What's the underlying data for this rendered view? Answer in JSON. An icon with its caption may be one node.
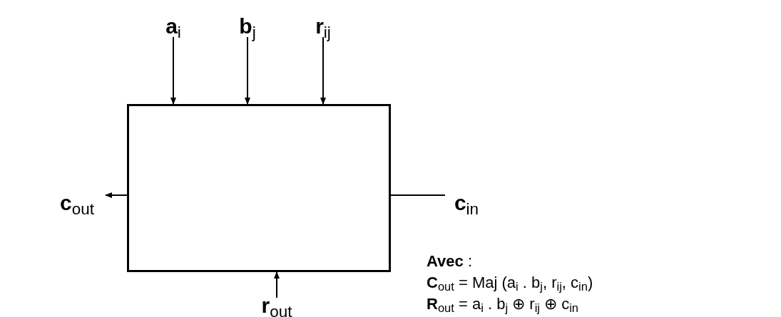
{
  "diagram": {
    "nodes": [
      {
        "text": [],
        "shape": "box"
      },
      {
        "text": [
          "**a**$_{i}$"
        ]
      },
      {
        "text": [
          "**b**$_{j}$"
        ]
      },
      {
        "text": [
          "**r**$_{ij}$"
        ]
      },
      {
        "text": [
          "**c**$_{out}$"
        ]
      },
      {
        "text": [
          "**c**$_{in}$"
        ]
      },
      {
        "text": [
          "**r**$_{out}$"
        ]
      }
    ],
    "edges": [
      {
        "from": 1,
        "to": 0,
        "arrow": "to"
      },
      {
        "from": 2,
        "to": 0,
        "arrow": "to"
      },
      {
        "from": 3,
        "to": 0,
        "arrow": "to"
      },
      {
        "from": 0,
        "to": 4,
        "arrow": "to"
      },
      {
        "from": 5,
        "to": 0,
        "arrow": "none"
      },
      {
        "from": 6,
        "to": 0,
        "arrow": "to"
      }
    ],
    "labels": [
      "**Avec** :",
      "**C**$_{out}$ = Maj (a$_{i}$ . b$_{j}$, r$_{ij}$, c$_{in}$)",
      "**R**$_{out}$ = a$_{i}$ . b$_{j}$ ⊕ r$_{ij}$ ⊕ c$_{in}$"
    ]
  }
}
